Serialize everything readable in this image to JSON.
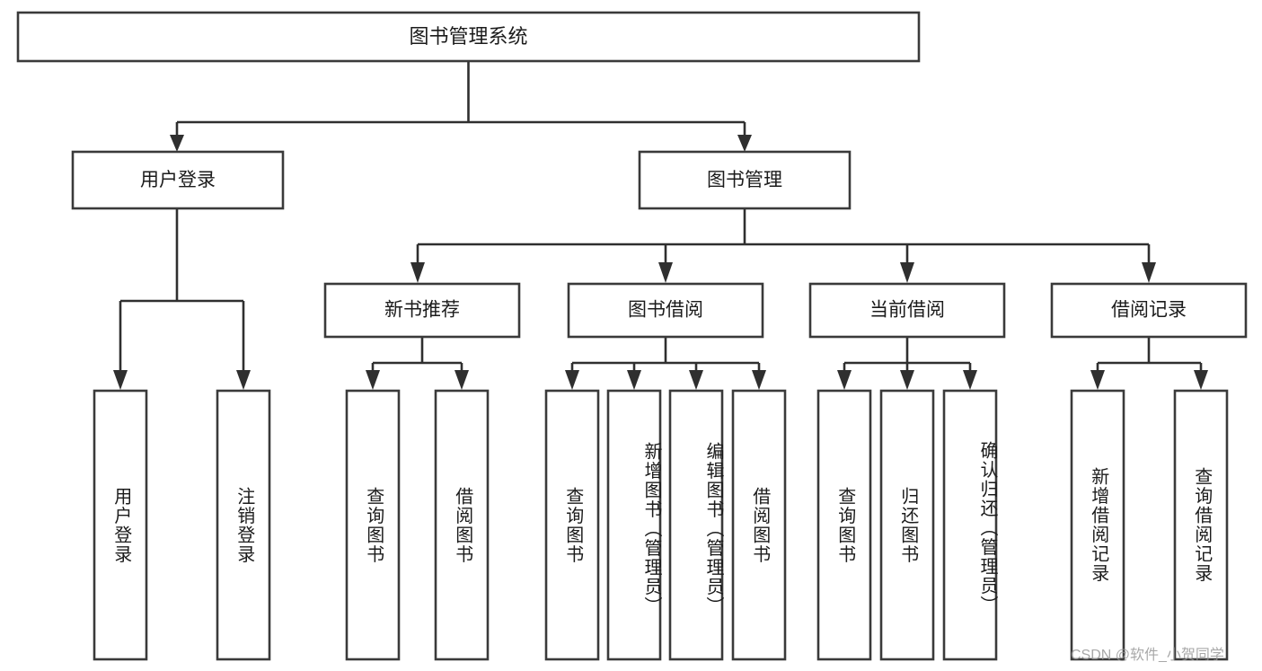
{
  "diagram": {
    "type": "hierarchy-tree",
    "title": "图书管理系统",
    "levels": 4,
    "colors": {
      "box_stroke": "#3a3a3a",
      "box_fill": "#ffffff",
      "connector": "#2f2f2f",
      "text": "#1b1b1b",
      "watermark": "#9a9a9a",
      "background": "#ffffff"
    },
    "root": {
      "label": "图书管理系统"
    },
    "level2": [
      {
        "id": "user-login",
        "label": "用户登录"
      },
      {
        "id": "book-management",
        "label": "图书管理"
      }
    ],
    "level3": [
      {
        "id": "new-book-recommend",
        "label": "新书推荐",
        "parent": "book-management"
      },
      {
        "id": "book-borrow",
        "label": "图书借阅",
        "parent": "book-management"
      },
      {
        "id": "current-borrow",
        "label": "当前借阅",
        "parent": "book-management"
      },
      {
        "id": "borrow-record",
        "label": "借阅记录",
        "parent": "book-management"
      }
    ],
    "leaves": {
      "user-login": [
        {
          "id": "leaf-user-login",
          "label": "用户登录"
        },
        {
          "id": "leaf-user-logout",
          "label": "注销登录"
        }
      ],
      "new-book-recommend": [
        {
          "id": "leaf-query-book-1",
          "label": "查询图书"
        },
        {
          "id": "leaf-borrow-book-1",
          "label": "借阅图书"
        }
      ],
      "book-borrow": [
        {
          "id": "leaf-query-book-2",
          "label": "查询图书"
        },
        {
          "id": "leaf-add-book",
          "label": "新增图书（管理员）"
        },
        {
          "id": "leaf-edit-book",
          "label": "编辑图书（管理员）"
        },
        {
          "id": "leaf-borrow-book-2",
          "label": "借阅图书"
        }
      ],
      "current-borrow": [
        {
          "id": "leaf-query-book-3",
          "label": "查询图书"
        },
        {
          "id": "leaf-return-book",
          "label": "归还图书"
        },
        {
          "id": "leaf-confirm-return",
          "label": "确认归还（管理员）"
        }
      ],
      "borrow-record": [
        {
          "id": "leaf-add-record",
          "label": "新增借阅记录"
        },
        {
          "id": "leaf-query-record",
          "label": "查询借阅记录"
        }
      ]
    }
  },
  "watermark": {
    "text": "CSDN @软件_小贺同学"
  }
}
